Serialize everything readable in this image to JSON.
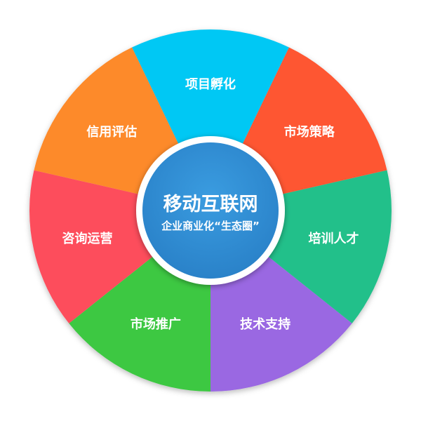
{
  "diagram": {
    "center": {
      "title": "移动互联网",
      "subtitle": "企业商业化“生态圈”",
      "color": "#2f8fd6",
      "border_color": "#ffffff"
    },
    "segments": [
      {
        "label": "项目孵化",
        "color": "#00c8f4"
      },
      {
        "label": "市场策略",
        "color": "#fe5733"
      },
      {
        "label": "培训人才",
        "color": "#22c08a"
      },
      {
        "label": "技术支持",
        "color": "#9a68e2"
      },
      {
        "label": "市场推广",
        "color": "#3dc842"
      },
      {
        "label": "咨询运营",
        "color": "#fd4d5c"
      },
      {
        "label": "信用评估",
        "color": "#fd8a2a"
      }
    ]
  }
}
